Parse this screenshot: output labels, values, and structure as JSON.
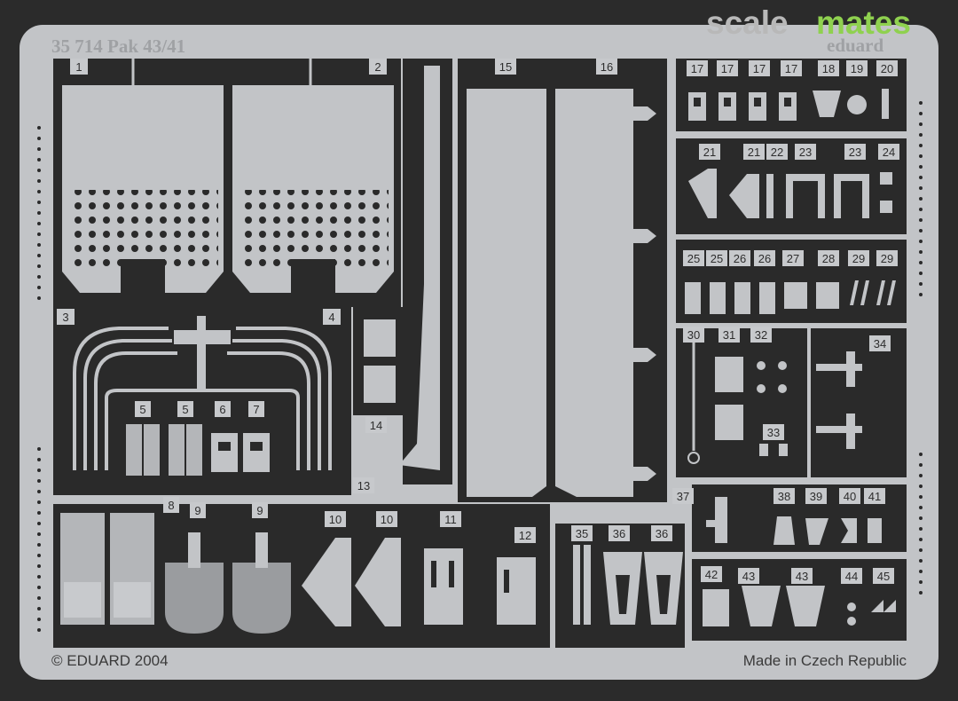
{
  "header": {
    "kit_title": "35 714 Pak 43/41",
    "brand_scale": "scale",
    "brand_mates": "mates",
    "maker_small": "eduard"
  },
  "footer": {
    "copyright": "© EDUARD 2004",
    "origin": "Made in Czech Republic"
  },
  "colors": {
    "background": "#2b2b2b",
    "fret_metal": "#c2c4c7",
    "fret_frame": "#2a2a2a",
    "brand_scale": "#b8b8b8",
    "brand_mates": "#8fd14f"
  },
  "part_numbers": {
    "p1": "1",
    "p2": "2",
    "p3": "3",
    "p4": "4",
    "p5a": "5",
    "p5b": "5",
    "p6": "6",
    "p7": "7",
    "p8": "8",
    "p9a": "9",
    "p9b": "9",
    "p10a": "10",
    "p10b": "10",
    "p11": "11",
    "p12": "12",
    "p13": "13",
    "p14": "14",
    "p15": "15",
    "p16": "16",
    "p17a": "17",
    "p17b": "17",
    "p17c": "17",
    "p17d": "17",
    "p18": "18",
    "p19": "19",
    "p20": "20",
    "p21a": "21",
    "p21b": "21",
    "p22": "22",
    "p23a": "23",
    "p23b": "23",
    "p24": "24",
    "p25a": "25",
    "p25b": "25",
    "p26a": "26",
    "p26b": "26",
    "p27": "27",
    "p28": "28",
    "p29a": "29",
    "p29b": "29",
    "p30": "30",
    "p31": "31",
    "p32": "32",
    "p33": "33",
    "p34": "34",
    "p35": "35",
    "p36a": "36",
    "p36b": "36",
    "p37": "37",
    "p38": "38",
    "p39": "39",
    "p40": "40",
    "p41": "41",
    "p42": "42",
    "p43a": "43",
    "p43b": "43",
    "p44": "44",
    "p45": "45"
  }
}
